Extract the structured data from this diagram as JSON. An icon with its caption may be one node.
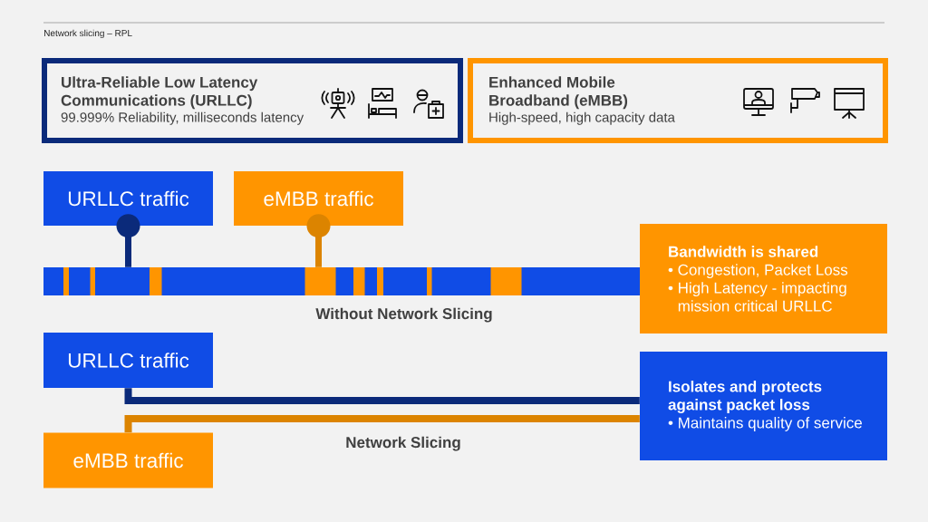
{
  "diagram": {
    "title": "Network slicing – RPL",
    "nodes": [
      {
        "text": [
          "Ultra-Reliable Low Latency Communications (URLLC)",
          "99.999% Reliability, milliseconds latency"
        ]
      },
      {
        "text": [
          "Enhanced Mobile Broadband (eMBB)",
          "High-speed, high capacity data"
        ]
      },
      {
        "text": [
          "URLLC traffic"
        ]
      },
      {
        "text": [
          "eMBB traffic"
        ]
      },
      {
        "text": [],
        "shape": "bar",
        "beside": [
          "Without Network Slicing"
        ]
      },
      {
        "text": [
          "Bandwidth is shared",
          "• Congestion, Packet Loss",
          "• High Latency - impacting mission critical URLLC"
        ]
      },
      {
        "text": [
          "URLLC traffic"
        ]
      },
      {
        "text": [
          "eMBB traffic"
        ]
      },
      {
        "text": [
          "Isolates and protects against packet loss",
          "• Maintains quality of service"
        ]
      }
    ],
    "edges": [
      {
        "from": 2,
        "to": 4,
        "arrow": "other",
        "color": "#0b2a7a"
      },
      {
        "from": 3,
        "to": 4,
        "arrow": "other",
        "color": "#dc8400"
      },
      {
        "from": 6,
        "to": 8,
        "arrow": "none",
        "color": "#0b2a7a"
      },
      {
        "from": 7,
        "to": 8,
        "arrow": "none",
        "color": "#dc8400"
      }
    ],
    "labels": [
      "Network Slicing"
    ]
  }
}
